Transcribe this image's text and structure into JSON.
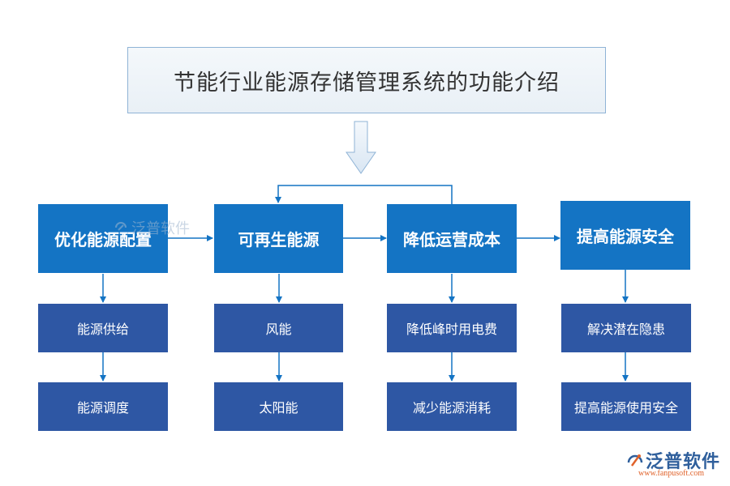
{
  "title": "节能行业能源存储管理系统的功能介绍",
  "columns": [
    {
      "head": "优化能源配置",
      "subs": [
        "能源供给",
        "能源调度"
      ]
    },
    {
      "head": "可再生能源",
      "subs": [
        "风能",
        "太阳能"
      ]
    },
    {
      "head": "降低运营成本",
      "subs": [
        "降低峰时用电费",
        "减少能源消耗"
      ]
    },
    {
      "head": "提高能源安全",
      "subs": [
        "解决潜在隐患",
        "提高能源使用安全"
      ]
    }
  ],
  "watermark": {
    "text": "泛普软件"
  },
  "logo": {
    "name": "泛普软件",
    "url": "www.fanpusoft.com"
  },
  "colors": {
    "head": "#1474c4",
    "sub": "#2e57a4",
    "arrow": "#1474c4"
  }
}
